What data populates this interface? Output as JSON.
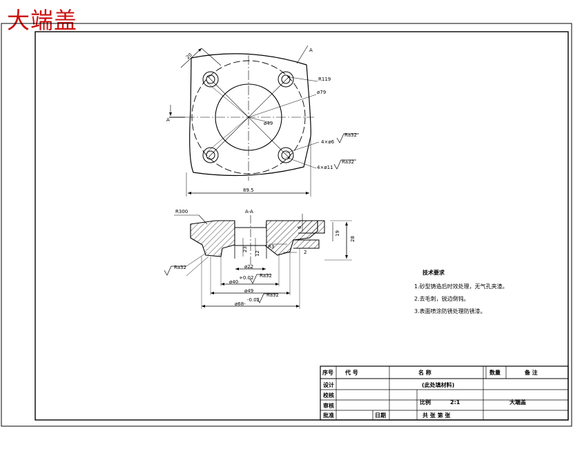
{
  "title": "大端盖",
  "colors": {
    "title_red": "#cc1010",
    "line": "#000000"
  },
  "top_view": {
    "section_letter": "A",
    "dims": {
      "d20": "20",
      "r119": "R119",
      "d79": "ø79",
      "d49": "ø49",
      "holes6": "4×ø6",
      "holes11": "4×ø11",
      "width": "89.5",
      "ra1": "Ra32",
      "ra2": "Ra32"
    }
  },
  "section_view": {
    "label": "A-A",
    "dims": {
      "r300": "R300",
      "d6": "6",
      "d19": "19",
      "d28": "28",
      "d23": "23",
      "d12": "12",
      "r3": "R3",
      "d2": "2",
      "phi22": "ø22",
      "phi40": "ø40",
      "tol40": "+0.02",
      "phi49": "ø49",
      "phi68": "ø68-",
      "tol68": "-0.02",
      "ra_a": "Ra32",
      "ra_b": "Ra32",
      "ra_c": "Ra32"
    }
  },
  "tech_req": {
    "heading": "技术要求",
    "items": [
      "1.砂型铸造后时效处理，无气孔夹渣。",
      "2.去毛刺，锐边倒钝。",
      "3.表面喷涂防锈处理防锈漆。"
    ]
  },
  "title_block": {
    "h_seq": "序号",
    "h_code": "代    号",
    "h_name": "名        称",
    "h_qty": "数量",
    "h_note": "备 注",
    "design": "设计",
    "check": "校核",
    "review": "审核",
    "approve": "批准",
    "date": "日期",
    "material": "(此处填材料)",
    "scale_label": "比例",
    "scale": "2:1",
    "part_name": "大端盖",
    "sheets": "共  张    第  张"
  }
}
